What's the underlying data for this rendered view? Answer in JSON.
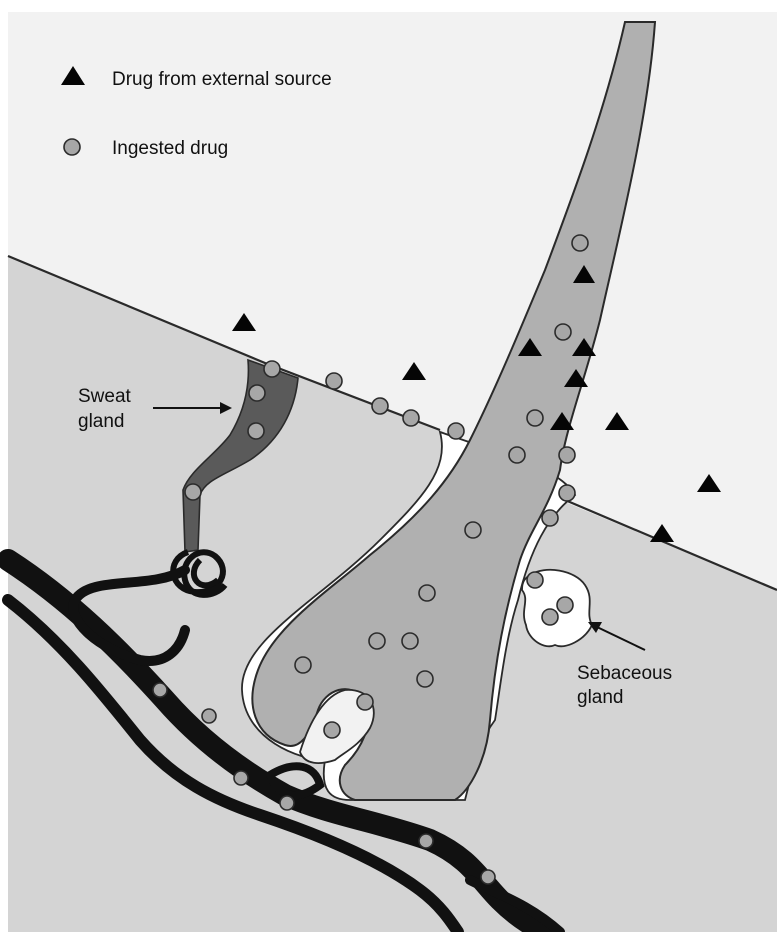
{
  "legend": {
    "external": {
      "label": "Drug from external source",
      "marker": "black-triangle"
    },
    "ingested": {
      "label": "Ingested drug",
      "marker": "gray-circle"
    }
  },
  "labels": {
    "sweat_gland": [
      "Sweat",
      "gland"
    ],
    "sebaceous_gland": [
      "Sebaceous",
      "gland"
    ]
  },
  "colors": {
    "background": "#ffffff",
    "air": "#f2f2f2",
    "skin": "#d4d4d4",
    "hair": "#b0b0b0",
    "sweat_duct": "#5a5a5a",
    "vessel": "#111111",
    "ingested_marker": "#a7a7a7",
    "external_marker": "#050505"
  }
}
